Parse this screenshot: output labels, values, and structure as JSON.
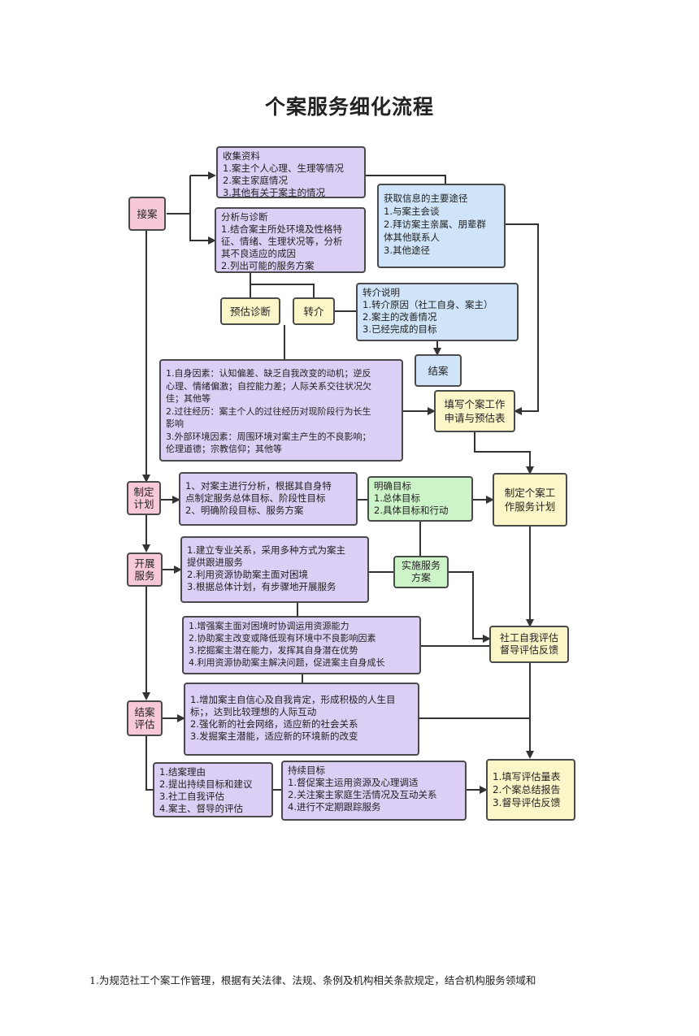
{
  "title": "个案服务细化流程",
  "nodes": {
    "intake": {
      "lines": [
        "接案"
      ]
    },
    "collect": {
      "lines": [
        "收集资料",
        "1.案主个人心理、生理等情况",
        "2.案主家庭情况",
        "3.其他有关于案主的情况"
      ]
    },
    "analysis": {
      "lines": [
        "分析与诊断",
        "1.结合案主所处环境及性格特",
        "征、情绪、生理状况等，分析",
        "其不良适应的成因",
        "2.列出可能的服务方案"
      ]
    },
    "channels": {
      "lines": [
        "获取信息的主要途径",
        "1.与案主会谈",
        "2.拜访案主亲属、朋辈群",
        "体其他联系人",
        "3.其他途径"
      ]
    },
    "prelim": {
      "lines": [
        "预估诊断"
      ]
    },
    "referral": {
      "lines": [
        "转介"
      ]
    },
    "referral_note": {
      "lines": [
        "转介说明",
        "1.转介原因（社工自身、案主）",
        "2.案主的改善情况",
        "3.已经完成的目标"
      ]
    },
    "close_case": {
      "lines": [
        "结案"
      ]
    },
    "factors": {
      "lines": [
        "1.自身因素：认知偏差、缺乏自我改变的动机；逆反",
        "心理、情绪偏激；自控能力差；人际关系交往状况欠",
        "佳；其他等",
        "2.过往经历：案主个人的过往经历对现阶段行为长生",
        "影响",
        "3.外部环境因素：周围环境对案主产生的不良影响；",
        "伦理道德；宗教信仰；其他等"
      ]
    },
    "fill_form": {
      "lines": [
        "填写个案工作",
        "申请与预估表"
      ]
    },
    "plan": {
      "lines": [
        "制定",
        "计划"
      ]
    },
    "plan_detail": {
      "lines": [
        "1、对案主进行分析，根据其自身特",
        "点制定服务总体目标、阶段性目标",
        "2、明确阶段目标、服务方案"
      ]
    },
    "goals": {
      "lines": [
        "明确目标",
        "1.总体目标",
        "2.具体目标和行动"
      ]
    },
    "service_plan": {
      "lines": [
        "制定个案工",
        "作服务计划"
      ]
    },
    "deliver": {
      "lines": [
        "开展",
        "服务"
      ]
    },
    "deliver_detail": {
      "lines": [
        "1.建立专业关系，采用多种方式为案主",
        "提供跟进服务",
        "2.利用资源协助案主面对困境",
        "3.根据总体计划，有步骤地开展服务"
      ]
    },
    "implement": {
      "lines": [
        "实施服务",
        "方案"
      ]
    },
    "empower": {
      "lines": [
        "1.增强案主面对困境时协调运用资源能力",
        "2.协助案主改变或降低现有环境中不良影响因素",
        "3.挖掘案主潜在能力，发挥其自身潜在优势",
        "4.利用资源协助案主解决问题，促进案主自身成长"
      ]
    },
    "self_eval": {
      "lines": [
        "社工自我评估",
        "督导评估反馈"
      ]
    },
    "closing": {
      "lines": [
        "结案",
        "评估"
      ]
    },
    "closing_detail": {
      "lines": [
        "1.增加案主自信心及自我肯定，形成积极的人生目",
        "标；，达到比较理想的人际互动",
        "2.强化新的社会网络，适应新的社会关系",
        "3.发掘案主潜能，适应新的环境新的改变"
      ]
    },
    "closing_items": {
      "lines": [
        "1.结案理由",
        "2.提出持续目标和建议",
        "3.社工自我评估",
        "4.案主、督导的评估"
      ]
    },
    "ongoing": {
      "lines": [
        "持续目标",
        "1.督促案主运用资源及心理调适",
        "2.关注案主家庭生活情况及互动关系",
        "4.进行不定期跟踪服务"
      ]
    },
    "final_forms": {
      "lines": [
        "1.填写评估量表",
        "2.个案总结报告",
        "3.督导评估反馈"
      ]
    }
  },
  "footer": "1.为规范社工个案工作管理，根据有关法律、法规、条例及机构相关条款规定，结合机构服务领域和",
  "colors": {
    "purple": "#dccff5",
    "pink": "#f7c8d8",
    "yellow": "#fbf6c8",
    "blue": "#cfe4f8",
    "green": "#cdf3c8",
    "line": "#333333"
  }
}
